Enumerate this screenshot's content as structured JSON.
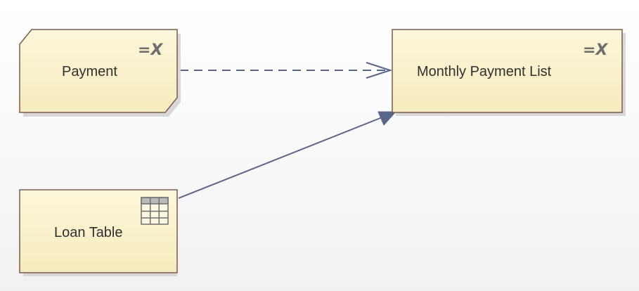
{
  "diagram": {
    "nodes": [
      {
        "id": "payment",
        "label": "Payment",
        "badge": "=X",
        "kind": "artifact-cut-corners"
      },
      {
        "id": "monthly-payment-list",
        "label": "Monthly Payment List",
        "badge": "=X",
        "kind": "artifact"
      },
      {
        "id": "loan-table",
        "label": "Loan Table",
        "badge_icon": "table-icon",
        "kind": "table"
      }
    ],
    "edges": [
      {
        "from": "payment",
        "to": "monthly-payment-list",
        "style": "dashed",
        "arrowhead": "open"
      },
      {
        "from": "loan-table",
        "to": "monthly-payment-list",
        "style": "solid",
        "arrowhead": "filled-triangle"
      }
    ]
  },
  "colors": {
    "node_fill": "#fbf5d3",
    "node_border": "#7c5a52",
    "edge": "#59668a",
    "shadow": "#cfcfcf"
  }
}
